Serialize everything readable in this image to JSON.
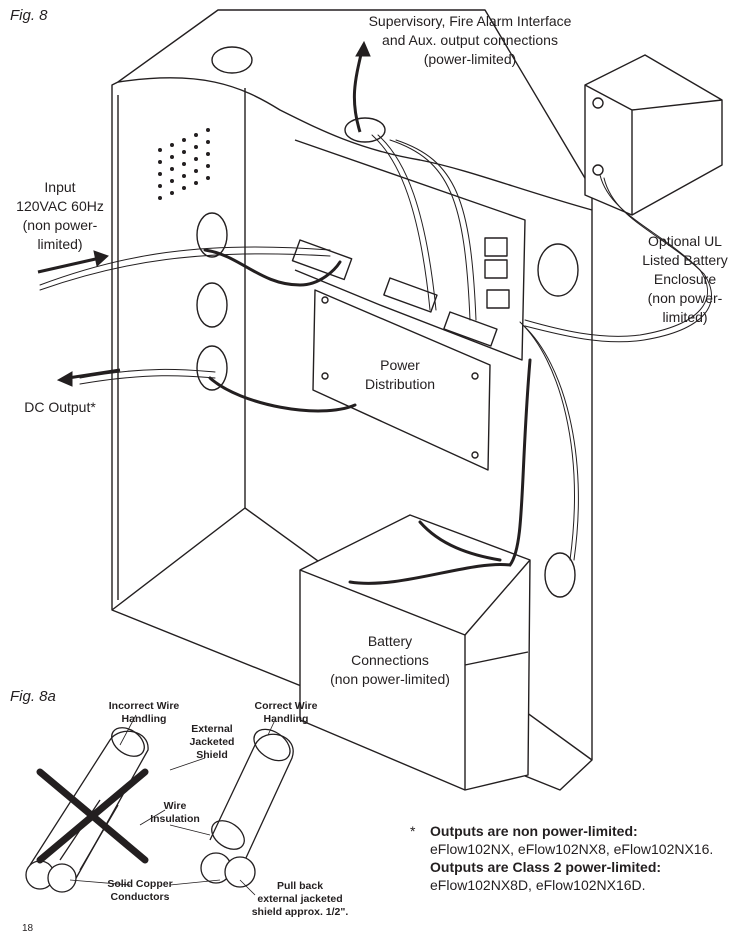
{
  "figure_labels": {
    "main": "Fig. 8",
    "inset": "Fig. 8a"
  },
  "callouts": {
    "supervisory": "Supervisory, Fire Alarm Interface\nand Aux. output connections\n(power-limited)",
    "input": "Input\n120VAC 60Hz\n(non power-\nlimited)",
    "dc_output": "DC Output*",
    "power_distribution": "Power\nDistribution",
    "battery_enclosure": "Optional UL\nListed Battery\nEnclosure\n(non power-\nlimited)",
    "battery_connections": "Battery\nConnections\n(non power-limited)"
  },
  "inset_callouts": {
    "incorrect": "Incorrect Wire\nHandling",
    "correct": "Correct Wire\nHandling",
    "jacket": "External\nJacketed\nShield",
    "insulation": "Wire\nInsulation",
    "conductors": "Solid Copper\nConductors",
    "pull_back": "Pull back\nexternal jacketed\nshield approx. 1/2\"."
  },
  "footnote": {
    "marker": "*",
    "line1_bold": "Outputs are non power-limited:",
    "line1_models": "eFlow102NX, eFlow102NX8, eFlow102NX16.",
    "line2_bold": "Outputs are Class 2 power-limited:",
    "line2_models": "eFlow102NX8D, eFlow102NX16D."
  },
  "page_number": "18"
}
